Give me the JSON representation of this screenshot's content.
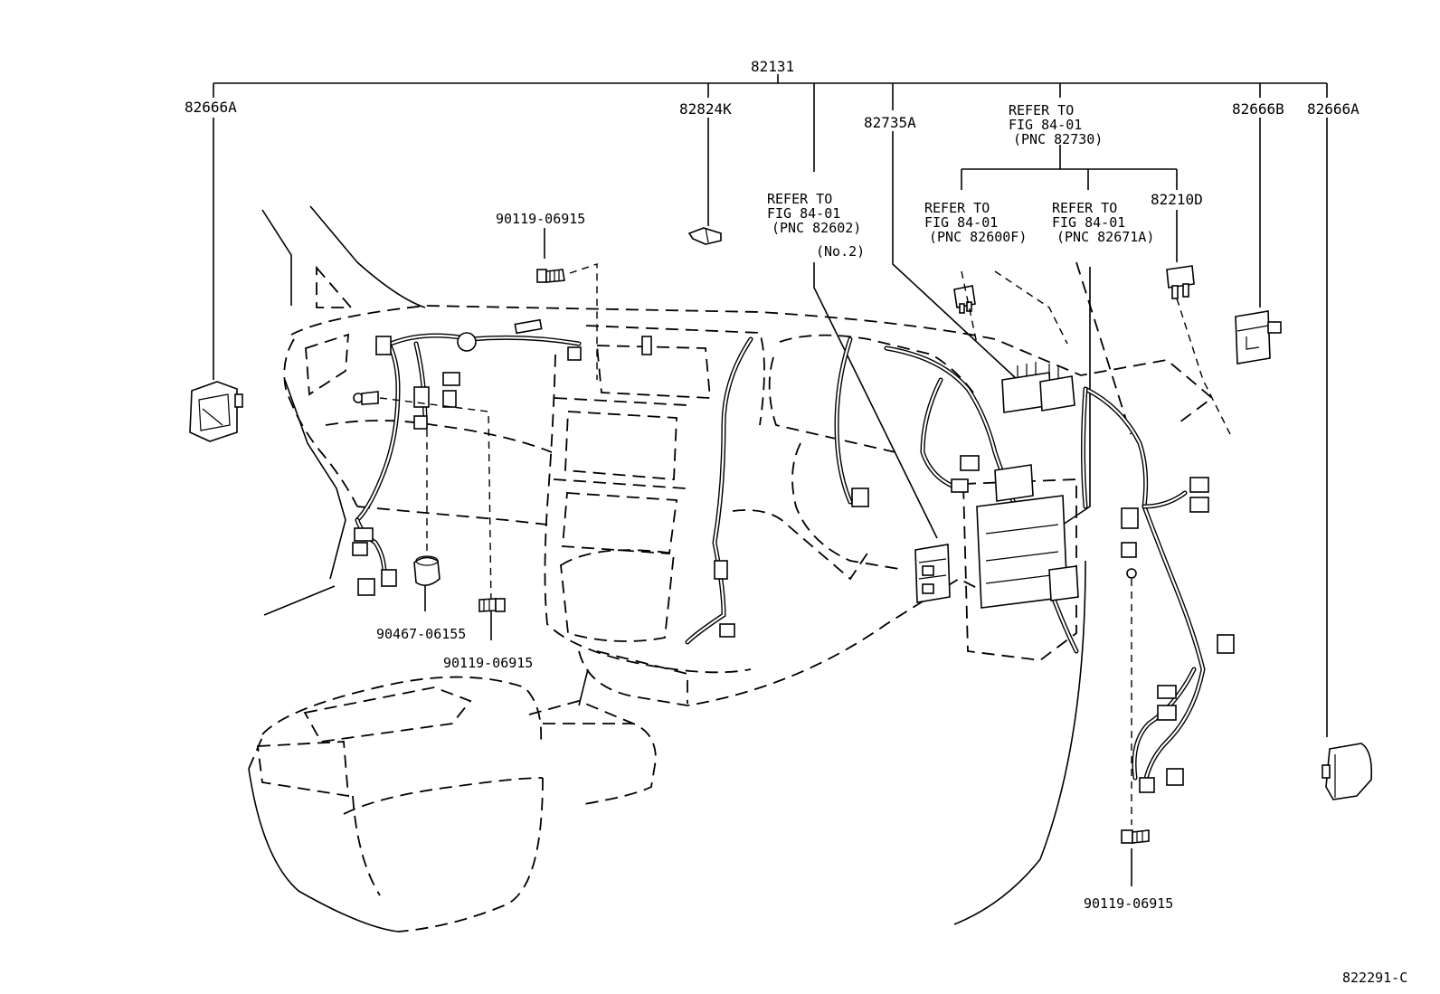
{
  "labels": {
    "harness_main": "82131",
    "part_82666A_left": "82666A",
    "part_82824K": "82824K",
    "part_82735A": "82735A",
    "refer_82730_line1": "REFER TO",
    "refer_82730_line2": "FIG 84-01",
    "refer_82730_line3": "(PNC 82730)",
    "part_82666B": "82666B",
    "part_82666A_right": "82666A",
    "refer_82602_line1": "REFER TO",
    "refer_82602_line2": "FIG 84-01",
    "refer_82602_line3": "(PNC 82602)",
    "refer_82602_line4": "(No.2)",
    "refer_82600F_line1": "REFER TO",
    "refer_82600F_line2": "FIG 84-01",
    "refer_82600F_line3": "(PNC 82600F)",
    "refer_82671A_line1": "REFER TO",
    "refer_82671A_line2": "FIG 84-01",
    "refer_82671A_line3": "(PNC 82671A)",
    "part_82210D": "82210D",
    "bolt_top": "90119-06915",
    "clip_90467": "90467-06155",
    "bolt_bottom_left": "90119-06915",
    "bolt_bottom_right": "90119-06915",
    "figure_code": "822291-C"
  }
}
